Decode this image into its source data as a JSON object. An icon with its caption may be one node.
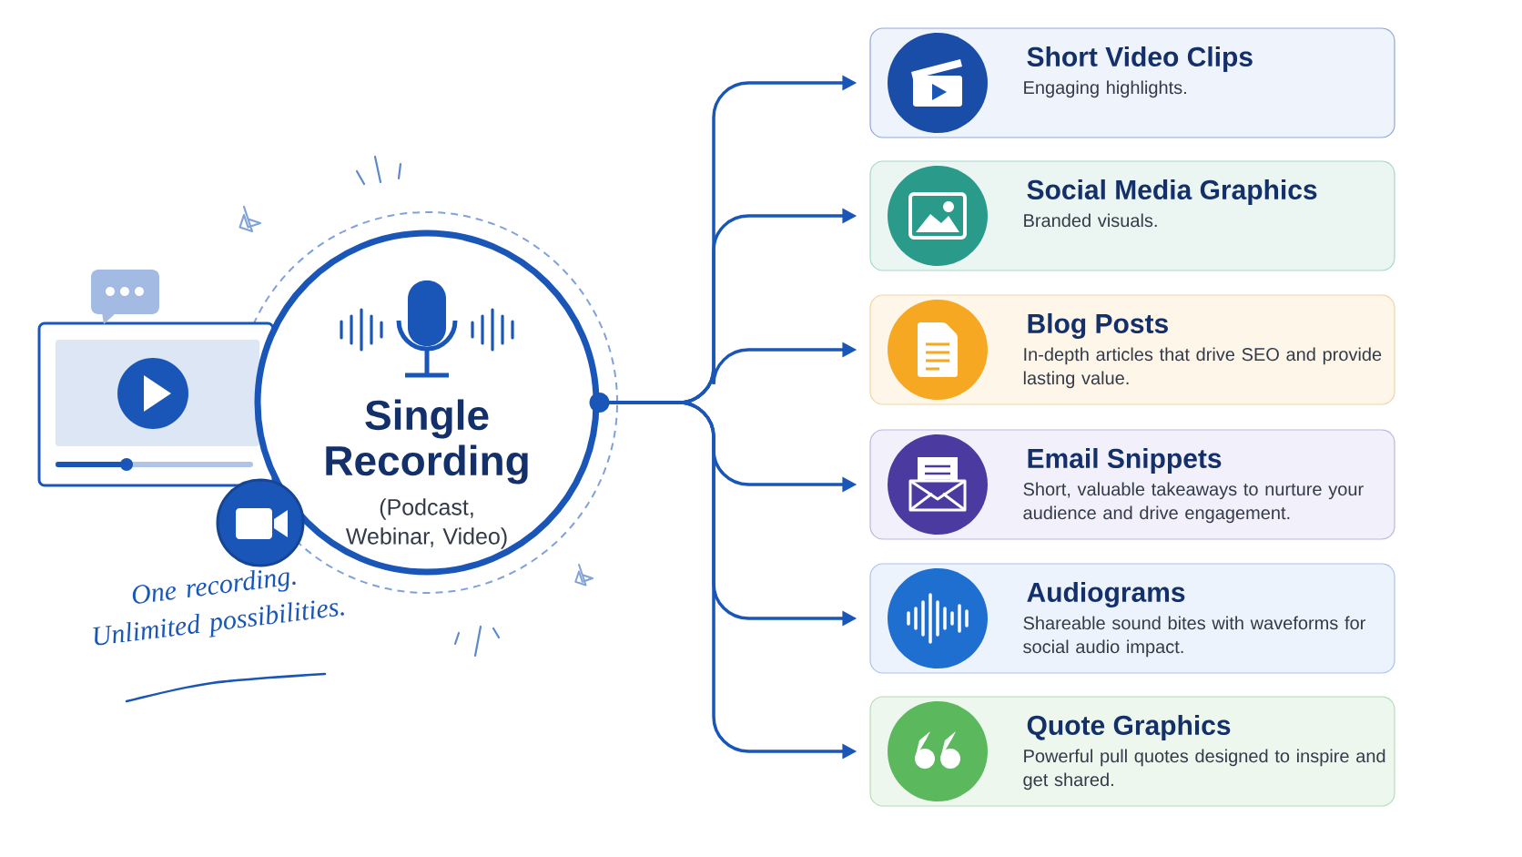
{
  "diagram": {
    "nodes": [
      {
        "text": [
          "Single Recording",
          "(Podcast, Webinar, Video)"
        ]
      },
      {
        "text": [
          "Short Video Clips",
          "Engaging highlights."
        ]
      },
      {
        "text": [
          "Social Media Graphics",
          "Branded visuals."
        ]
      },
      {
        "text": [
          "Blog Posts",
          "In-depth articles that drive SEO and provide lasting value."
        ]
      },
      {
        "text": [
          "Email Snippets",
          "Short, valuable takeaways to nurture your audience and drive engagement."
        ]
      },
      {
        "text": [
          "Audiograms",
          "Shareable sound bites with waveforms for social audio impact."
        ]
      },
      {
        "text": [
          "Quote Graphics",
          "Powerful pull quotes designed to inspire and get shared."
        ]
      }
    ],
    "edges": [
      {
        "from": 0,
        "to": 1,
        "arrow": "to"
      },
      {
        "from": 0,
        "to": 2,
        "arrow": "to"
      },
      {
        "from": 0,
        "to": 3,
        "arrow": "to"
      },
      {
        "from": 0,
        "to": 4,
        "arrow": "to"
      },
      {
        "from": 0,
        "to": 5,
        "arrow": "to"
      },
      {
        "from": 0,
        "to": 6,
        "arrow": "to"
      }
    ],
    "labels": [
      "One recording. Unlimited possibilities."
    ]
  }
}
